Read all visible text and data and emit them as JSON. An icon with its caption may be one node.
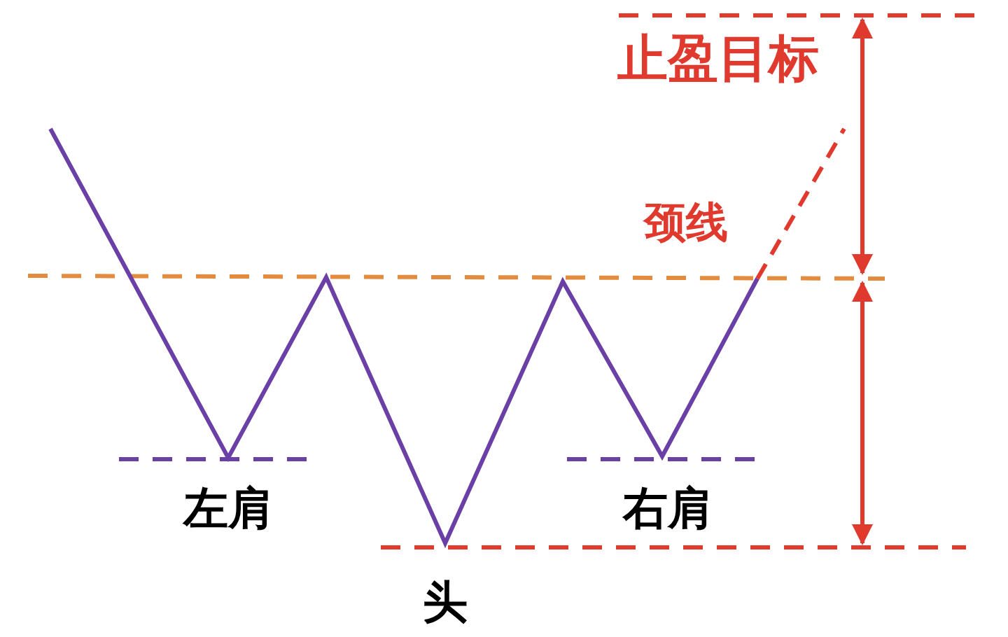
{
  "diagram": {
    "labels": [
      "止盈目标",
      "颈线",
      "左肩",
      "右肩",
      "头"
    ]
  }
}
